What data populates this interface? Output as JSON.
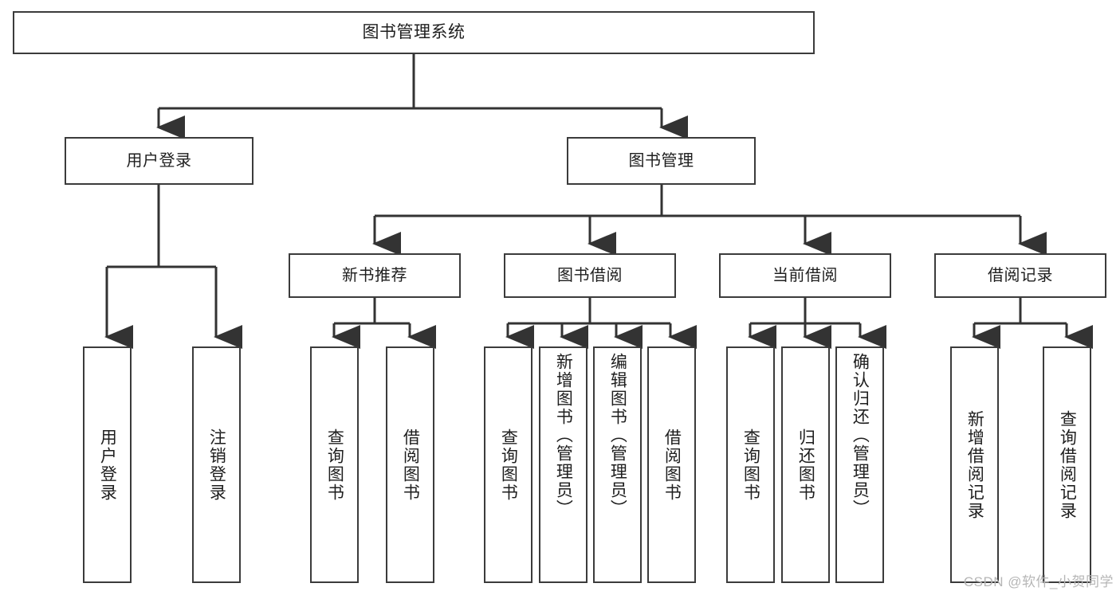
{
  "diagram": {
    "type": "tree",
    "title": "图书管理系统",
    "watermark": "CSDN @软件_小贺同学",
    "colors": {
      "box_border": "#3b3b3b",
      "box_fill": "#ffffff",
      "line": "#333333",
      "watermark": "#b6b6b6"
    },
    "nodes": {
      "root": {
        "label": "图书管理系统"
      },
      "level2": [
        {
          "label": "用户登录"
        },
        {
          "label": "图书管理"
        }
      ],
      "level3": [
        {
          "label": "新书推荐"
        },
        {
          "label": "图书借阅"
        },
        {
          "label": "当前借阅"
        },
        {
          "label": "借阅记录"
        }
      ],
      "leaves": {
        "user_login": [
          {
            "label": "用户登录"
          },
          {
            "label": "注销登录"
          }
        ],
        "new_book": [
          {
            "label": "查询图书"
          },
          {
            "label": "借阅图书"
          }
        ],
        "book_borrow": [
          {
            "label": "查询图书"
          },
          {
            "label": "新增图书（管理员）"
          },
          {
            "label": "编辑图书（管理员）"
          },
          {
            "label": "借阅图书"
          }
        ],
        "current_borrow": [
          {
            "label": "查询图书"
          },
          {
            "label": "归还图书"
          },
          {
            "label": "确认归还（管理员）"
          }
        ],
        "borrow_record": [
          {
            "label": "新增借阅记录"
          },
          {
            "label": "查询借阅记录"
          }
        ]
      }
    }
  }
}
